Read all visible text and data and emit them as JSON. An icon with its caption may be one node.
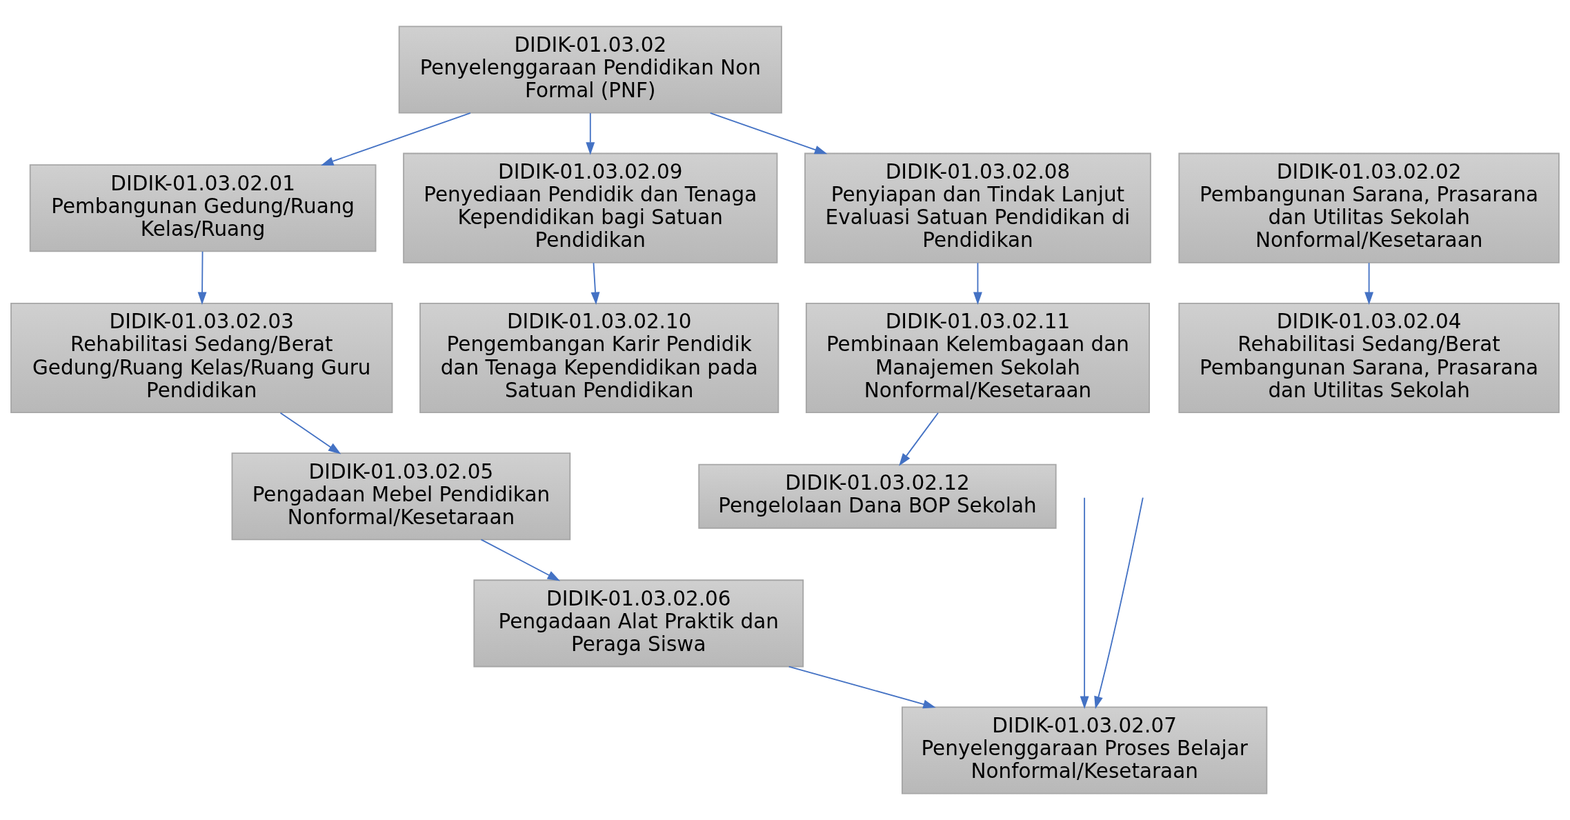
{
  "diagram": {
    "nodes": [
      {
        "text": [
          "DIDIK-01.03.02",
          "Penyelenggaraan Pendidikan Non Formal (PNF)"
        ]
      },
      {
        "text": [
          "DIDIK-01.03.02.01",
          "Pembangunan Gedung/Ruang Kelas/Ruang"
        ]
      },
      {
        "text": [
          "DIDIK-01.03.02.02",
          "Pembangunan Sarana, Prasarana dan Utilitas Sekolah Nonformal/Kesetaraan"
        ]
      },
      {
        "text": [
          "DIDIK-01.03.02.09",
          "Penyediaan Pendidik dan Tenaga Kependidikan bagi Satuan Pendidikan"
        ]
      },
      {
        "text": [
          "DIDIK-01.03.02.08",
          "Penyiapan dan Tindak Lanjut Evaluasi Satuan Pendidikan di Pendidikan"
        ]
      },
      {
        "text": [
          "DIDIK-01.03.02.03",
          "Rehabilitasi Sedang/Berat Gedung/Ruang Kelas/Ruang Guru Pendidikan"
        ]
      },
      {
        "text": [
          "DIDIK-01.03.02.04",
          "Rehabilitasi Sedang/Berat Pembangunan Sarana, Prasarana dan Utilitas Sekolah"
        ]
      },
      {
        "text": [
          "DIDIK-01.03.02.10",
          "Pengembangan Karir Pendidik dan Tenaga Kependidikan pada Satuan Pendidikan"
        ]
      },
      {
        "text": [
          "DIDIK-01.03.02.11",
          "Pembinaan Kelembagaan dan Manajemen Sekolah Nonformal/Kesetaraan"
        ]
      },
      {
        "text": [
          "DIDIK-01.03.02.05",
          "Pengadaan Mebel Pendidikan Nonformal/Kesetaraan"
        ]
      },
      {
        "text": [
          "DIDIK-01.03.02.12",
          "Pengelolaan Dana BOP Sekolah"
        ]
      },
      {
        "text": [
          "DIDIK-01.03.02.06",
          "Pengadaan Alat Praktik dan Peraga Siswa"
        ]
      },
      {
        "text": [
          "DIDIK-01.03.02.07",
          "Penyelenggaraan Proses Belajar Nonformal/Kesetaraan"
        ]
      }
    ],
    "edges": [
      {
        "from": 0,
        "to": 1,
        "arrow": "to"
      },
      {
        "from": 0,
        "to": 3,
        "arrow": "to"
      },
      {
        "from": 0,
        "to": 4,
        "arrow": "to"
      },
      {
        "from": 1,
        "to": 5,
        "arrow": "to"
      },
      {
        "from": 5,
        "to": 9,
        "arrow": "to"
      },
      {
        "from": 9,
        "to": 11,
        "arrow": "to"
      },
      {
        "from": 2,
        "to": 6,
        "arrow": "to"
      },
      {
        "from": 3,
        "to": 7,
        "arrow": "to"
      },
      {
        "from": 4,
        "to": 8,
        "arrow": "to"
      },
      {
        "from": 8,
        "to": 10,
        "arrow": "to"
      },
      {
        "from": 11,
        "to": 12,
        "arrow": "to"
      },
      {
        "from": null,
        "to": 12,
        "arrow": "to"
      },
      {
        "from": null,
        "to": 12,
        "arrow": "to"
      }
    ]
  }
}
